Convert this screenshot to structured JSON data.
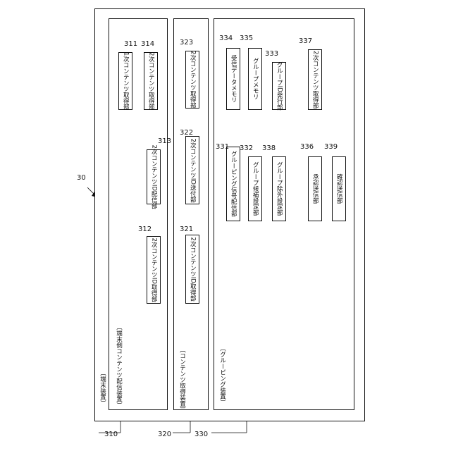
{
  "terminal": {
    "ref": "30",
    "label": "〔端末装置〕"
  },
  "groups": [
    {
      "id": "g310",
      "ref": "310",
      "label": "〔端末側コンテンツ配信装置〕"
    },
    {
      "id": "g320",
      "ref": "320",
      "label": "〔コンテンツ取得装置〕"
    },
    {
      "id": "g330",
      "ref": "330",
      "label": "〔グルーピング装置〕"
    }
  ],
  "units": [
    {
      "ref": "311",
      "label": "1次コンテンツ取得部"
    },
    {
      "ref": "314",
      "label": "2次コンテンツ取得部"
    },
    {
      "ref": "313",
      "label": "2次コンテンツID配信部"
    },
    {
      "ref": "312",
      "label": "2次コンテンツID取得部"
    },
    {
      "ref": "323",
      "label": "2次コンテンツ取得部"
    },
    {
      "ref": "322",
      "label": "2次コンテンツID送付部"
    },
    {
      "ref": "321",
      "label": "2次コンテンツID取得部"
    },
    {
      "ref": "334",
      "label": "受信データメモリ"
    },
    {
      "ref": "335",
      "label": "グループメモリ"
    },
    {
      "ref": "333",
      "label": "グループID発行部"
    },
    {
      "ref": "337",
      "label": "2次コンテンツ取得部"
    },
    {
      "ref": "331",
      "label": "グルーピング信号配信部"
    },
    {
      "ref": "332",
      "label": "グループ候補設定部"
    },
    {
      "ref": "338",
      "label": "グループ除外設定部"
    },
    {
      "ref": "336",
      "label": "承認送信部"
    },
    {
      "ref": "339",
      "label": "確認送信部"
    }
  ]
}
